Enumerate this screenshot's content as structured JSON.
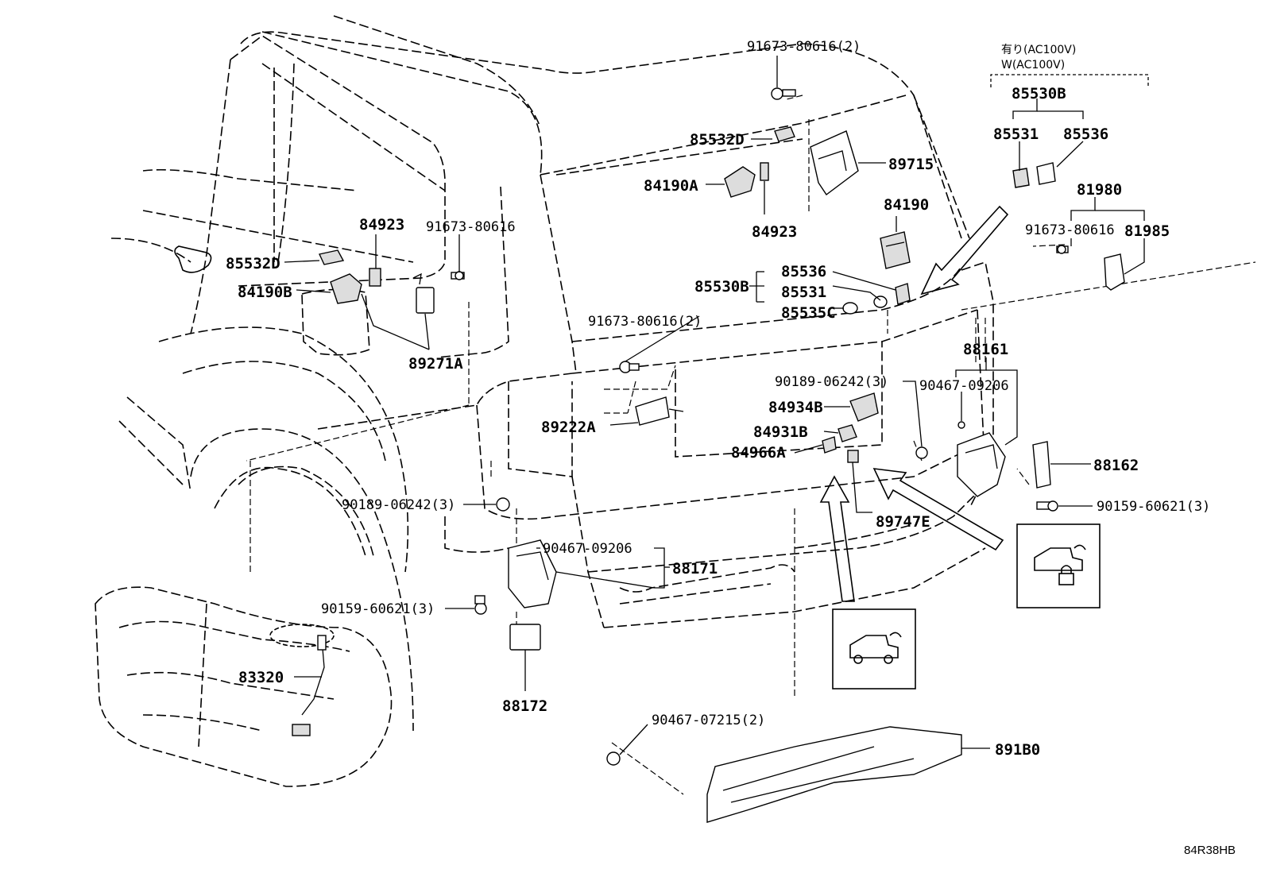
{
  "diagram_code": "84R38HB",
  "header_note": {
    "line1": "有り(AC100V)",
    "line2": "W(AC100V)"
  },
  "callouts": [
    {
      "id": "c1",
      "text": "91673-80616(2)"
    },
    {
      "id": "c2",
      "text": "85532D"
    },
    {
      "id": "c3",
      "text": "89715"
    },
    {
      "id": "c4",
      "text": "84190A"
    },
    {
      "id": "c5",
      "text": "84923"
    },
    {
      "id": "c6",
      "text": "84190"
    },
    {
      "id": "c7",
      "text": "84923"
    },
    {
      "id": "c8",
      "text": "91673-80616"
    },
    {
      "id": "c9",
      "text": "85532D"
    },
    {
      "id": "c10",
      "text": "84190B"
    },
    {
      "id": "c11",
      "text": "89271A"
    },
    {
      "id": "c12",
      "text": "85536"
    },
    {
      "id": "c13",
      "text": "85530B"
    },
    {
      "id": "c14",
      "text": "85531"
    },
    {
      "id": "c15",
      "text": "85535C"
    },
    {
      "id": "c16",
      "text": "91673-80616(2)"
    },
    {
      "id": "c17",
      "text": "85530B"
    },
    {
      "id": "c18",
      "text": "85531"
    },
    {
      "id": "c19",
      "text": "85536"
    },
    {
      "id": "c20",
      "text": "81980"
    },
    {
      "id": "c21",
      "text": "91673-80616"
    },
    {
      "id": "c22",
      "text": "81985"
    },
    {
      "id": "c23",
      "text": "88161"
    },
    {
      "id": "c24",
      "text": "90189-06242(3)"
    },
    {
      "id": "c25",
      "text": "90467-09206"
    },
    {
      "id": "c26",
      "text": "84934B"
    },
    {
      "id": "c27",
      "text": "84931B"
    },
    {
      "id": "c28",
      "text": "84966A"
    },
    {
      "id": "c29",
      "text": "89222A"
    },
    {
      "id": "c30",
      "text": "88162"
    },
    {
      "id": "c31",
      "text": "90159-60621(3)"
    },
    {
      "id": "c32",
      "text": "90189-06242(3)"
    },
    {
      "id": "c33",
      "text": "89747E"
    },
    {
      "id": "c34",
      "text": "90467-09206"
    },
    {
      "id": "c35",
      "text": "88171"
    },
    {
      "id": "c36",
      "text": "90159-60621(3)"
    },
    {
      "id": "c37",
      "text": "83320"
    },
    {
      "id": "c38",
      "text": "88172"
    },
    {
      "id": "c39",
      "text": "90467-07215(2)"
    },
    {
      "id": "c40",
      "text": "891B0"
    }
  ],
  "icons": [
    {
      "name": "vehicle-back-door-icon"
    },
    {
      "name": "vehicle-back-door-lock-icon"
    }
  ]
}
